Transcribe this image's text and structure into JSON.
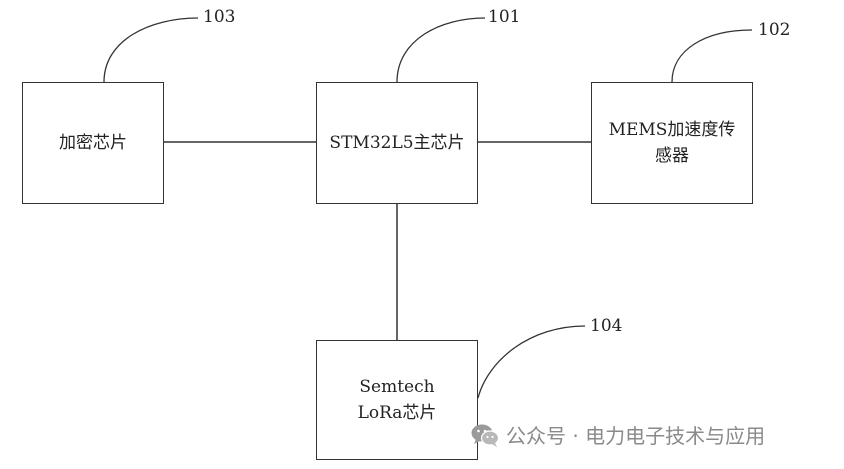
{
  "blocks": {
    "encryption_chip": {
      "label": "加密芯片",
      "ref": "103"
    },
    "main_chip": {
      "label": "STM32L5主芯片",
      "ref": "101"
    },
    "mems_sensor": {
      "line1": "MEMS加速度传",
      "line2": "感器",
      "ref": "102"
    },
    "lora_chip": {
      "line1": "Semtech",
      "line2": "LoRa芯片",
      "ref": "104"
    }
  },
  "watermark": {
    "text": "公众号 · 电力电子技术与应用",
    "icon": "wechat-icon"
  },
  "colors": {
    "line": "#333333",
    "text": "#222222",
    "watermark": "#8a8a8a"
  }
}
